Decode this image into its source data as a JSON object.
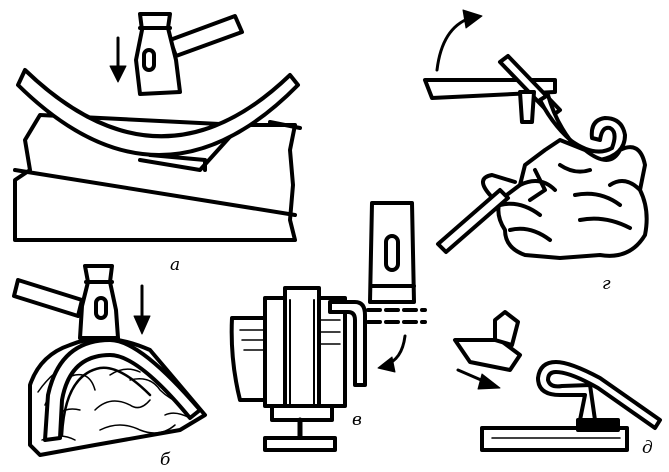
{
  "labels": {
    "a": "а",
    "b": "б",
    "v": "в",
    "g": "г",
    "d": "д"
  },
  "colors": {
    "ink": "#000000",
    "paper": "#ffffff"
  }
}
